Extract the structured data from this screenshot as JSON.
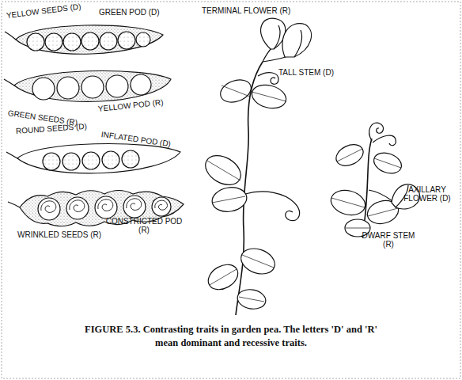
{
  "diagram": {
    "caption": "FIGURE 5.3. Contrasting traits in garden pea. The letters 'D' and 'R' mean dominant and recessive traits.",
    "labels": [
      "YELLOW SEEDS (D)",
      "GREEN POD (D)",
      "GREEN SEEDS (R)",
      "YELLOW POD (R)",
      "ROUND SEEDS (D)",
      "INFLATED POD (D)",
      "WRINKLED SEEDS (R)",
      "CONSTRICTED POD (R)",
      "TERMINAL FLOWER (R)",
      "TALL STEM (D)",
      "AXILLARY FLOWER (D)",
      "DWARF STEM (R)"
    ]
  }
}
